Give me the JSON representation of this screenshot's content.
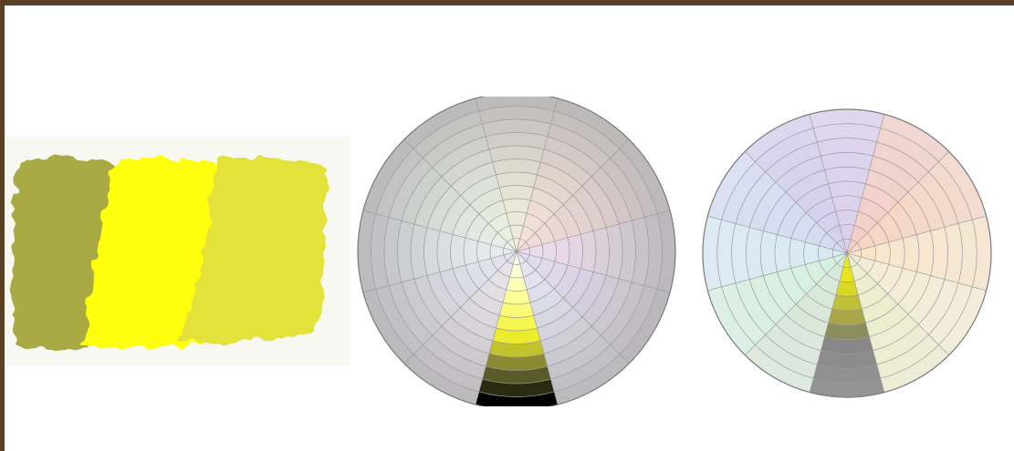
{
  "frame": {
    "color": "#5a4126"
  },
  "swatches": [
    {
      "name": "dull-olive-yellow",
      "color": "#aaaa44"
    },
    {
      "name": "pure-yellow",
      "color": "#ffff0a"
    },
    {
      "name": "light-yellow",
      "color": "#e2e23a"
    }
  ],
  "wheels": [
    {
      "name": "color-wheel-grey-outer",
      "segments": 12,
      "rings": 12,
      "highlight_hue": "yellow",
      "highlight_gradient": [
        "#000000",
        "#2a2a10",
        "#5a5a28",
        "#8a8a30",
        "#c2c22c",
        "#ecec2c",
        "#f6f650",
        "#fafa78",
        "#fcfc98",
        "#fdfdb8",
        "#fefed4",
        "#fefee8"
      ],
      "hue_tints": [
        "#eaeae4",
        "#e8e4ea",
        "#e4e4f0",
        "#e6ecf0",
        "#e6f0e8",
        "#eaf0e2",
        "#f0ecdc",
        "#f4e2d8",
        "#f2dcd8",
        "#ecdcec",
        "#e2dcf0",
        "#e4e4f2"
      ],
      "outer_color": "#b4b2b4"
    },
    {
      "name": "color-wheel-light-outer",
      "segments": 12,
      "rings": 10,
      "highlight_hue": "yellow",
      "highlight_gradient": [
        "#ece81e",
        "#e8e420",
        "#d8d824",
        "#c0c038",
        "#a8a648",
        "#8c8c5c",
        "#888888",
        "#8c8c8c",
        "#909090",
        "#949494"
      ],
      "hue_tints": [
        "#ece828",
        "#d8e8d8",
        "#d6f0e0",
        "#d8eaf2",
        "#d4dcf2",
        "#d4d0ee",
        "#dcd0ec",
        "#f2d0c8",
        "#f6d6c4",
        "#f8e6cc",
        "#f4ecd4",
        "#eceecc"
      ],
      "outer_color": "#eeeaf0"
    }
  ]
}
